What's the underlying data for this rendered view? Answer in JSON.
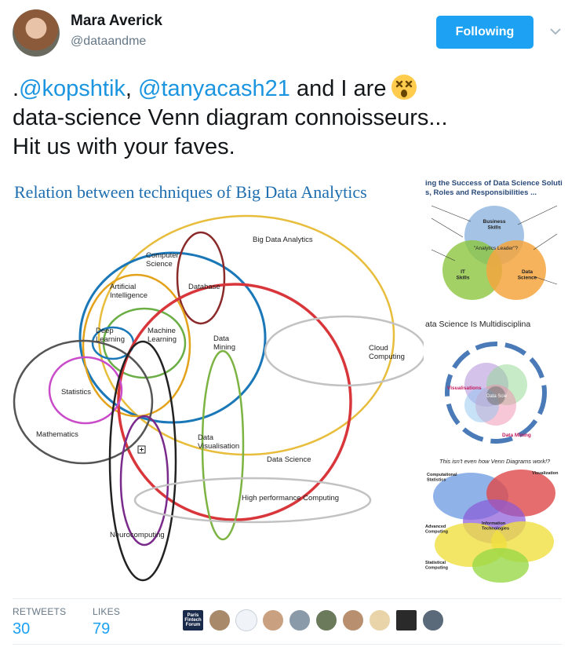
{
  "author": {
    "name": "Mara Averick",
    "handle": "@dataandme"
  },
  "follow_button": {
    "label": "Following"
  },
  "tweet": {
    "mention1": "@kopshtik",
    "sep1": ",",
    "mention2": "@tanyacash21",
    "text1": " and I are",
    "text2": "data-science Venn diagram connoisseurs...",
    "text3": "Hit us with your faves.",
    "emoji": "dizzy-face-emoji"
  },
  "media": {
    "main": {
      "title": "Relation between techniques of Big Data Analytics",
      "labels": {
        "big_data": "Big Data Analytics",
        "computer_science": "Computer\nScience",
        "database": "Database",
        "ai": "Artificial\nIntelligence",
        "deep_learning": "Deep\nLearning",
        "machine_learning": "Machine\nLearning",
        "data_mining": "Data\nMining",
        "cloud": "Cloud\nComputing",
        "statistics": "Statistics",
        "mathematics": "Mathematics",
        "data_visualisation": "Data\nVisualisation",
        "data_science": "Data Science",
        "hpc": "High performance Computing",
        "neurocomputing": "Neurocomputing"
      }
    },
    "top_right": {
      "title1": "ing the Success of Data Science Soluti",
      "title2": "s, Roles and Responsibilities ...",
      "business": "Business\nSkills",
      "analytics_leader": "\"Analytics Leader\"?",
      "it": "IT\nSkills",
      "data_science": "Data\nScience"
    },
    "middle_right": {
      "title": "ata Science Is Multidisciplina",
      "visualisations": "Visualisations",
      "data_science": "Data Scie",
      "data_mining": "Data Mining"
    },
    "bottom_right": {
      "title": "This isn't even how Venn Diagrams work!?",
      "computational_statistics": "Computational\nStatistics",
      "visualization": "Visualization",
      "advanced_computing": "Advanced\nComputing",
      "information_technologies": "Information\nTechnologies",
      "statistical_computing": "Statistical\nComputing"
    }
  },
  "stats": {
    "retweets_label": "RETWEETS",
    "retweets": "30",
    "likes_label": "LIKES",
    "likes": "79"
  },
  "likers": {
    "first_label": "Paris Fintech Forum",
    "count": 10
  },
  "colors": {
    "accent": "#1da1f2",
    "mention": "#1b95e0",
    "muted": "#657786"
  }
}
